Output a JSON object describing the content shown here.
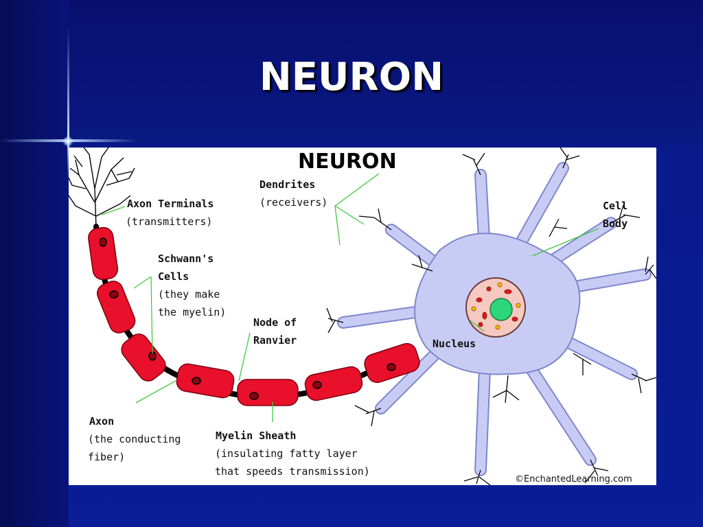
{
  "slide": {
    "title": "NEURON"
  },
  "diagram": {
    "heading": "NEURON",
    "labels": {
      "axon_terminals": {
        "name": "Axon Terminals",
        "note": "(transmitters)"
      },
      "dendrites": {
        "name": "Dendrites",
        "note": "(receivers)"
      },
      "cell_body": {
        "line1": "Cell",
        "line2": "Body"
      },
      "schwann": {
        "line1": "Schwann's",
        "line2": "Cells",
        "note1": "(they make",
        "note2": "the myelin)"
      },
      "node": {
        "line1": "Node of",
        "line2": "Ranvier"
      },
      "nucleus": {
        "name": "Nucleus"
      },
      "axon": {
        "name": "Axon",
        "note1": "(the conducting",
        "note2": "fiber)"
      },
      "myelin": {
        "name": "Myelin Sheath",
        "note1": "(insulating fatty layer",
        "note2": "that speeds transmission)"
      }
    },
    "credit": "©EnchantedLearning.com",
    "colors": {
      "myelin": "#e8102a",
      "cell_body": "#c8ccf4",
      "nucleus_outer": "#f5c8c0",
      "nucleus_inner": "#2ed67a",
      "leader_line": "#3ec83e"
    }
  }
}
